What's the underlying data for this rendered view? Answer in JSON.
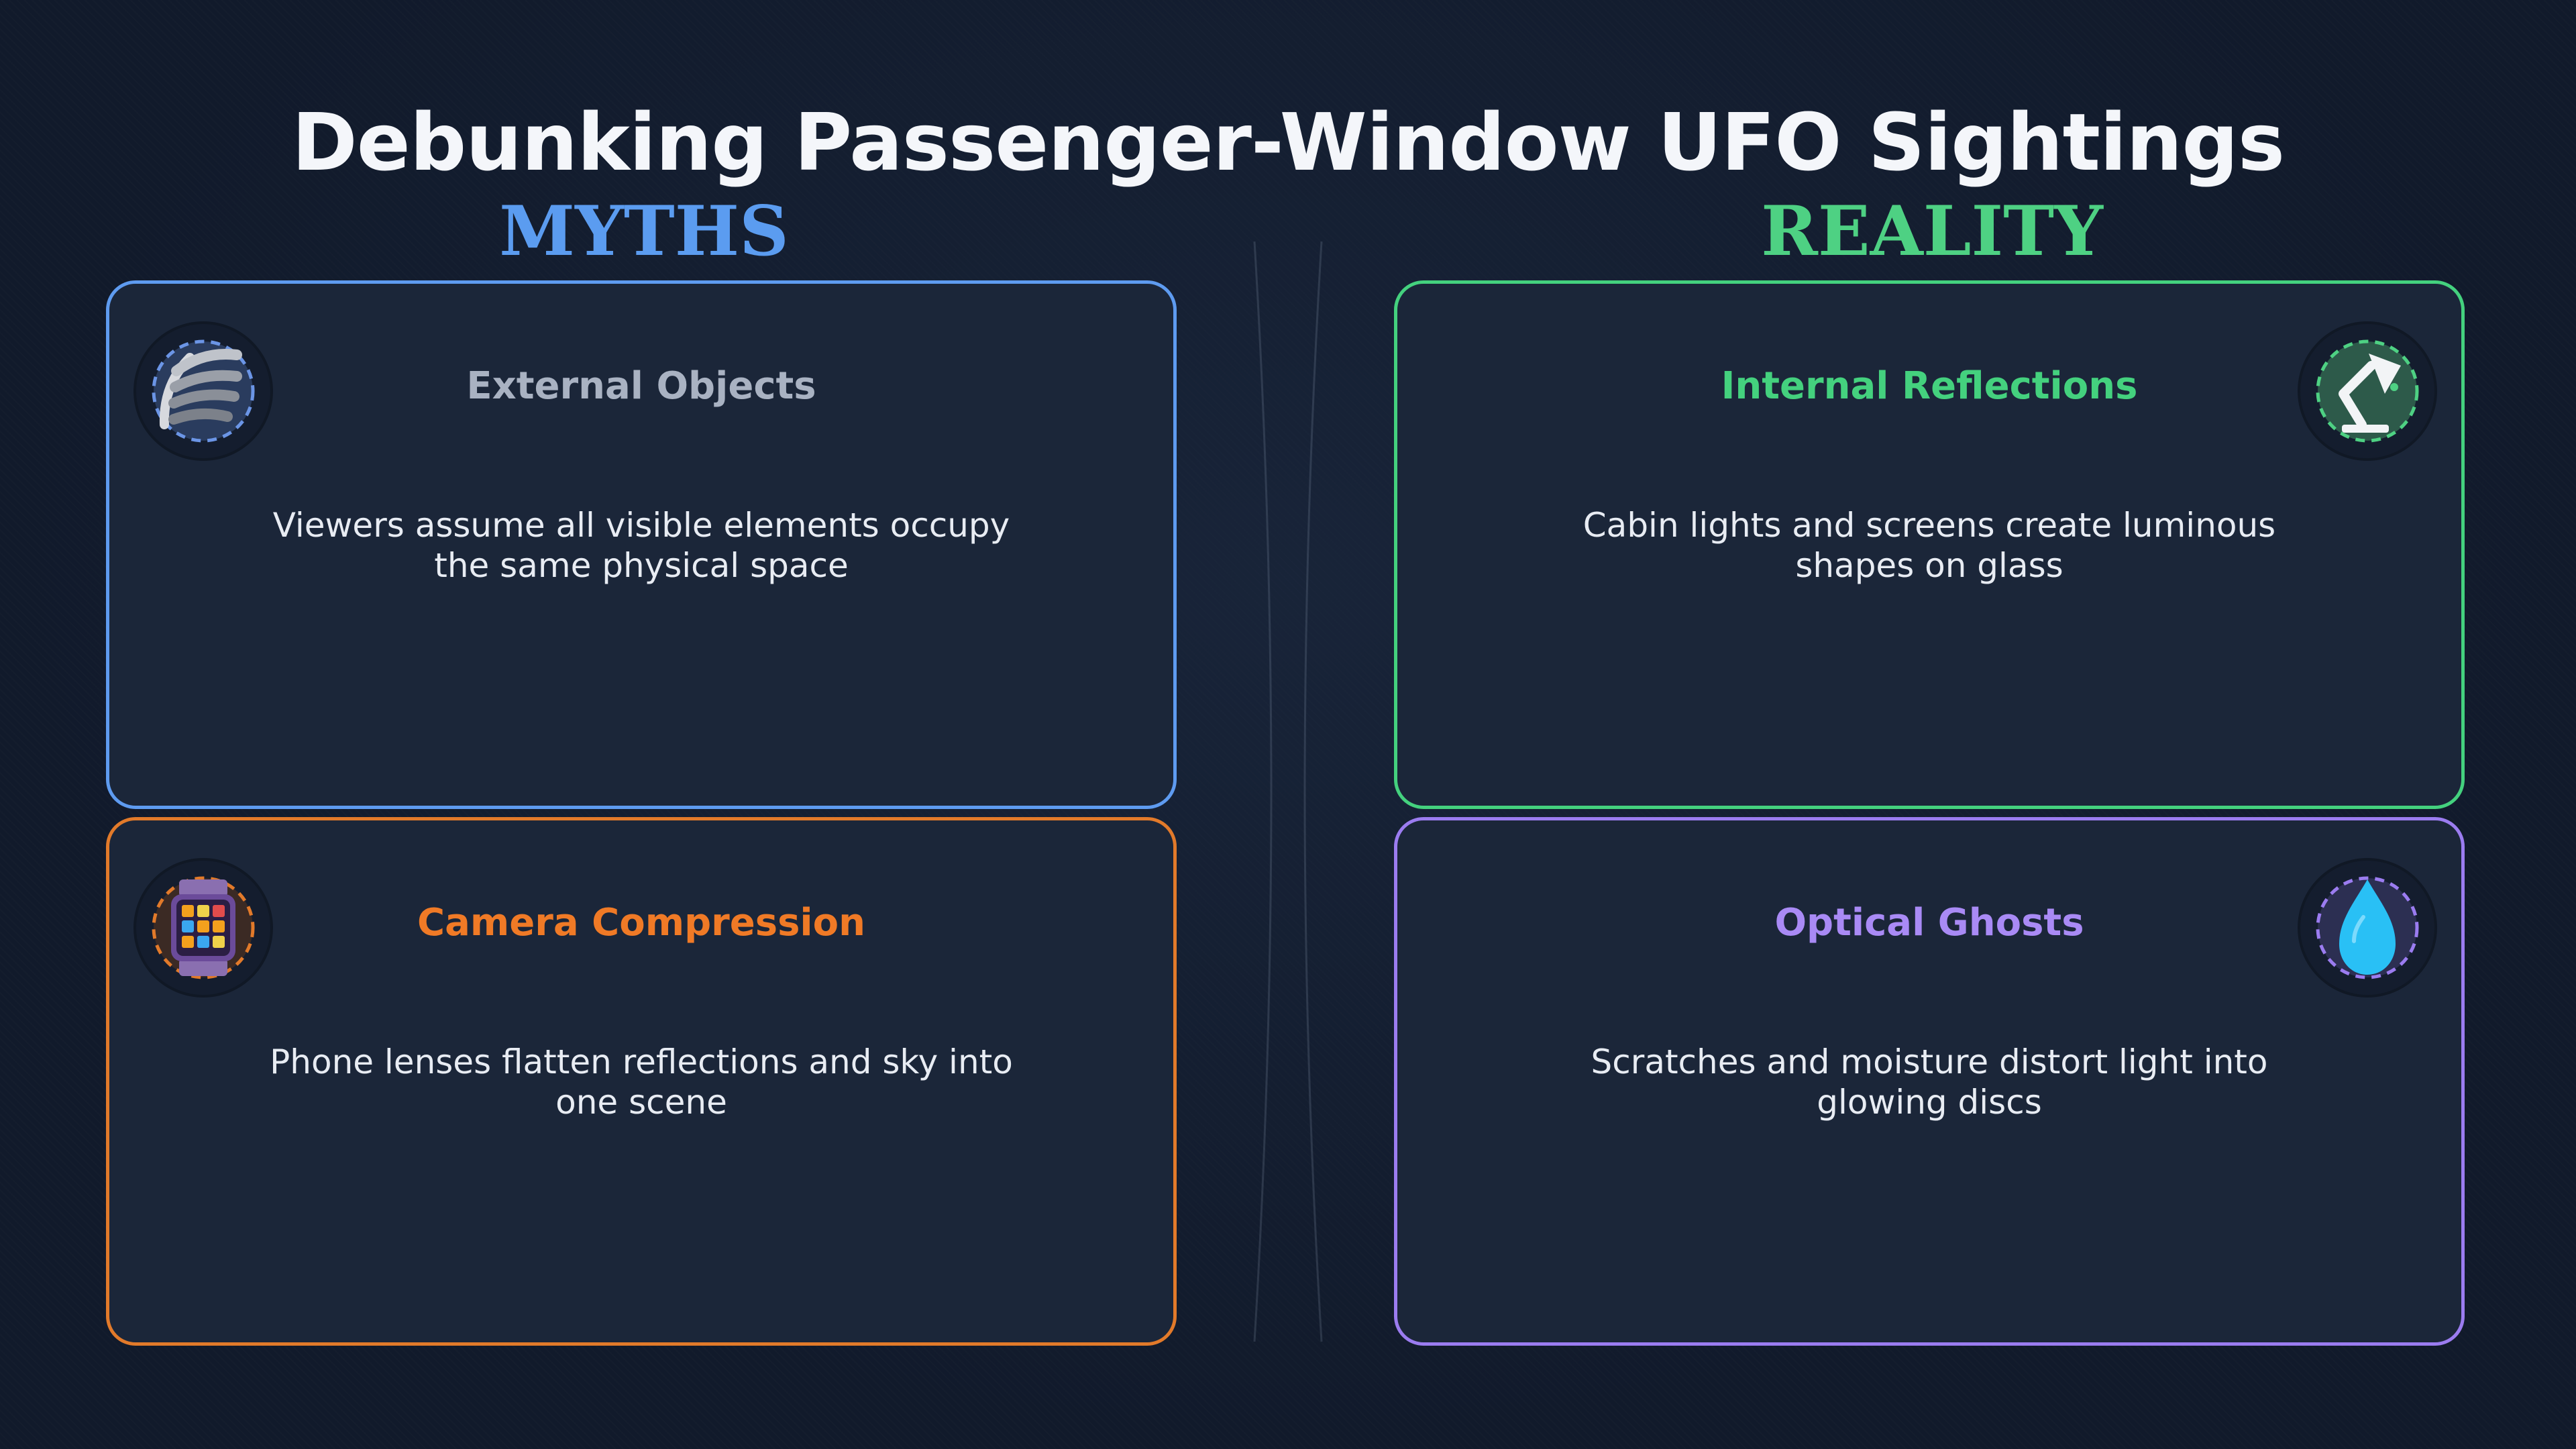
{
  "title": "Debunking Passenger-Window UFO Sightings",
  "columns": {
    "myths": "MYTHS",
    "reality": "REALITY"
  },
  "cards": {
    "external_objects": {
      "title": "External Objects",
      "body": "Viewers assume all visible elements occupy the same physical space",
      "color": "#5e9bf0",
      "title_color": "#a9b2c2",
      "icon": "ribs-x-ray-icon"
    },
    "internal_reflections": {
      "title": "Internal Reflections",
      "body": "Cabin lights and screens create luminous shapes on glass",
      "color": "#44d17e",
      "title_color": "#44d17e",
      "icon": "desk-lamp-icon"
    },
    "camera_compression": {
      "title": "Camera Compression",
      "body": "Phone lenses flatten reflections and sky into one scene",
      "color": "#e27a2a",
      "title_color": "#f07a26",
      "icon": "smartwatch-icon"
    },
    "optical_ghosts": {
      "title": "Optical Ghosts",
      "body": "Scratches and moisture distort light into glowing discs",
      "color": "#9b7cf0",
      "title_color": "#a98af5",
      "icon": "water-drop-icon"
    }
  }
}
